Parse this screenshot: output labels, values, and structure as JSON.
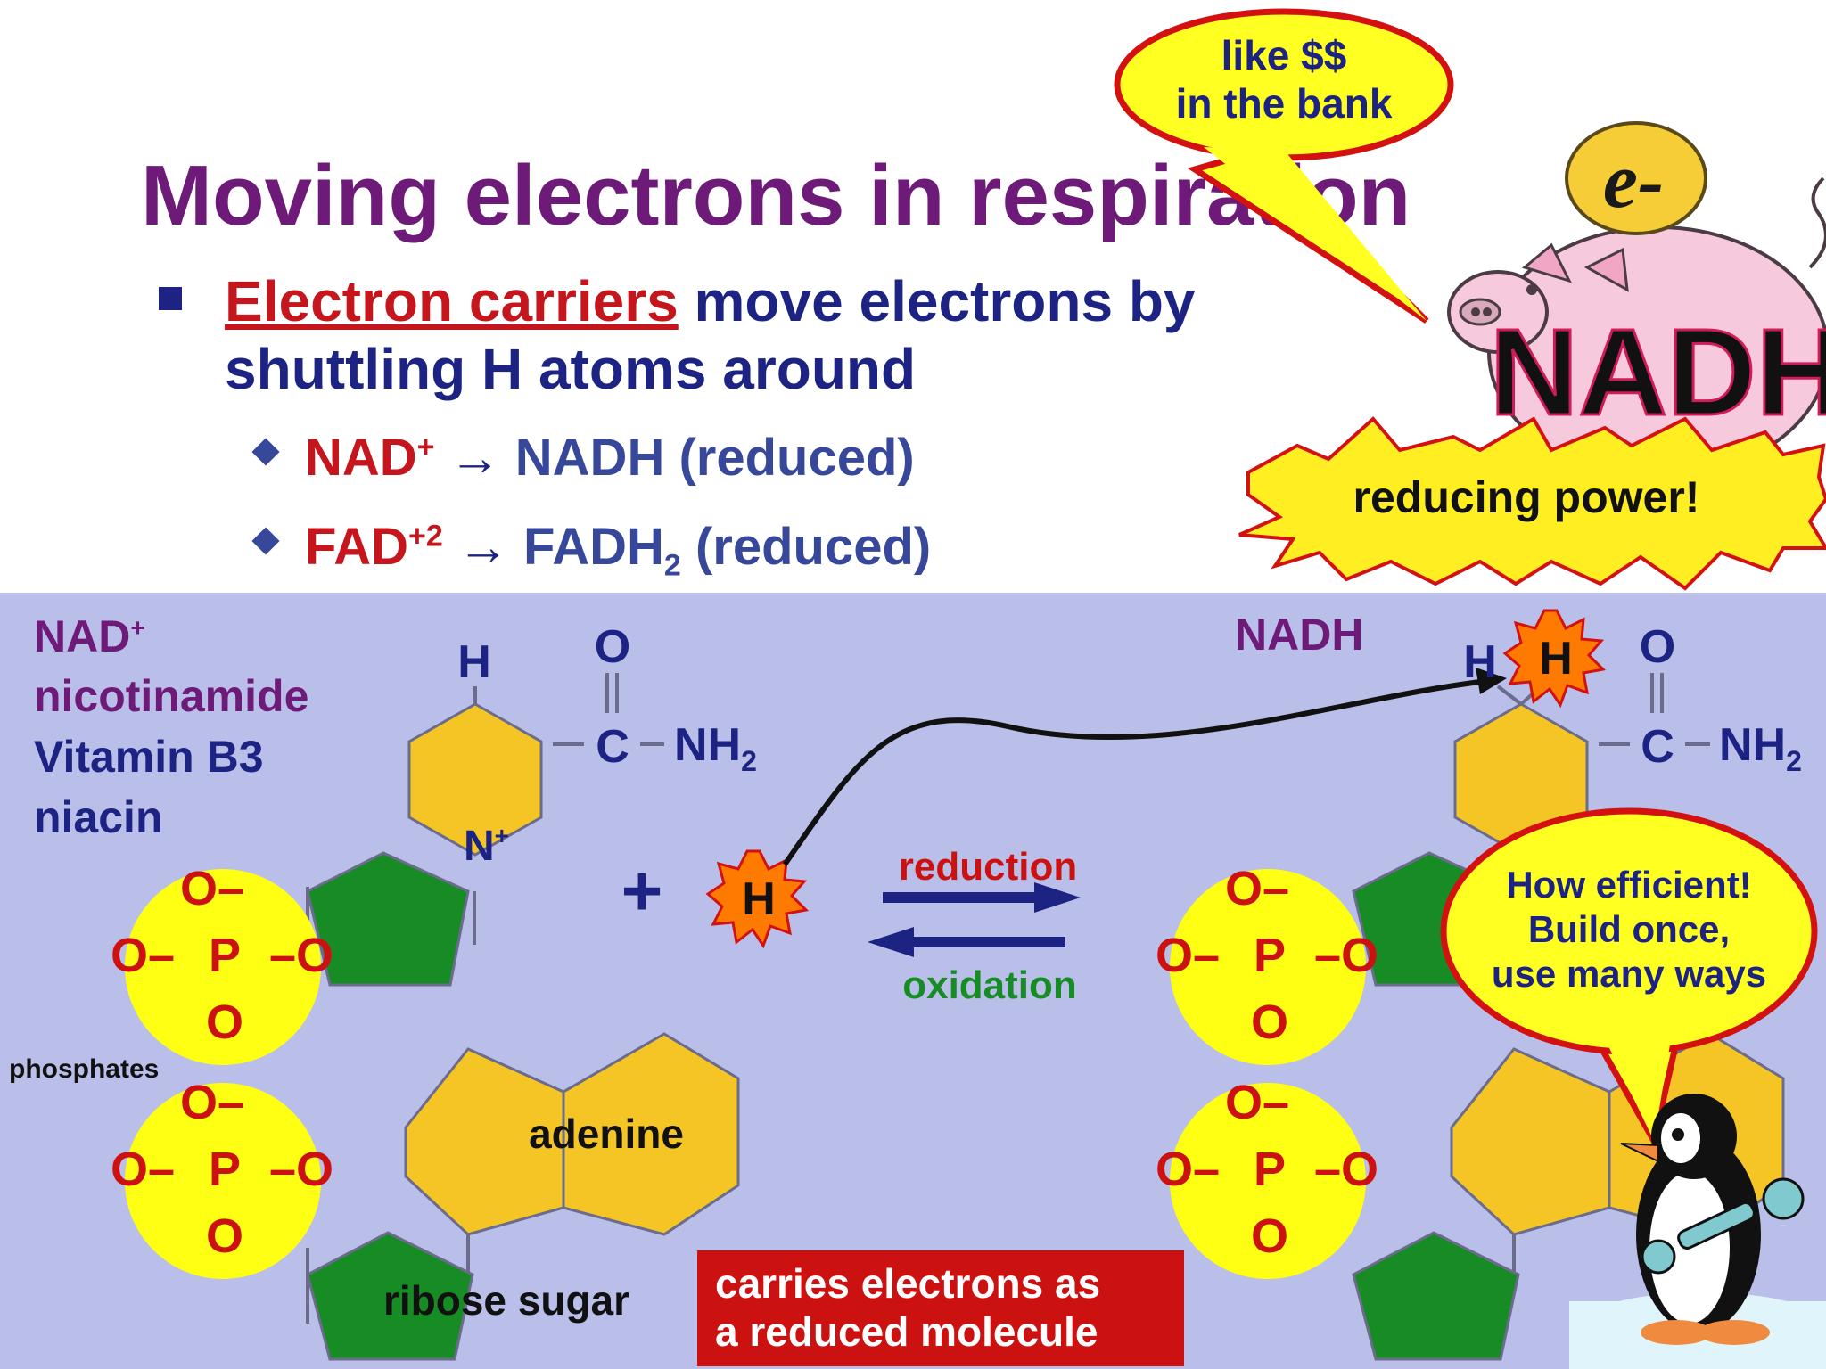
{
  "title": "Moving electrons in respiration",
  "bullet": {
    "link": "Electron carriers",
    "rest_line1": " move electrons by",
    "line2": "shuttling H atoms around"
  },
  "sub_items": [
    {
      "from": "NAD",
      "from_sup": "+",
      "arrow": "→",
      "to": "NADH",
      "to_sub": "",
      "note": "(reduced)"
    },
    {
      "from": "FAD",
      "from_sup": "+2",
      "arrow": "→",
      "to": "FADH",
      "to_sub": "2",
      "note": "(reduced)"
    }
  ],
  "callouts": {
    "bank_line1": "like $$",
    "bank_line2": "in the bank",
    "coin": "e-",
    "piggy": "NADH",
    "burst": "reducing power!",
    "penguin_line1": "How efficient!",
    "penguin_line2": "Build once,",
    "penguin_line3": "use many ways"
  },
  "left_labels": {
    "nad": "NAD",
    "nad_sup": "+",
    "nicotinamide": "nicotinamide",
    "vitamin": "Vitamin B3",
    "niacin": "niacin",
    "phosphates": "phosphates"
  },
  "molecule": {
    "h": "H",
    "o": "O",
    "c": "C",
    "nh": "NH",
    "nh_sub": "2",
    "n_plus": "N",
    "n_sup": "+",
    "p": "P",
    "o_minus": "O–",
    "o_minus_l": "O–",
    "o_minus_r": "–O",
    "o_plain": "O",
    "adenine": "adenine",
    "ribose": "ribose sugar"
  },
  "reaction": {
    "plus": "+",
    "h": "H",
    "reduction": "reduction",
    "oxidation": "oxidation"
  },
  "right_labels": {
    "nadh": "NADH"
  },
  "box_text": {
    "line1": "carries electrons as",
    "line2": "a reduced molecule"
  },
  "colors": {
    "title": "#6e1a79",
    "navy": "#1c2382",
    "red": "#c4161c",
    "panel": "#b9bfe9",
    "hexagon": "#f5c526",
    "pentagon": "#178c25",
    "phosphate": "#ffff14",
    "reduction_label": "#cc1111",
    "oxidation_label": "#178c25",
    "burst": "#ffee22"
  },
  "icons": [
    "piggy-bank-icon",
    "penguin-icon",
    "wrench-icon",
    "coin-icon"
  ]
}
